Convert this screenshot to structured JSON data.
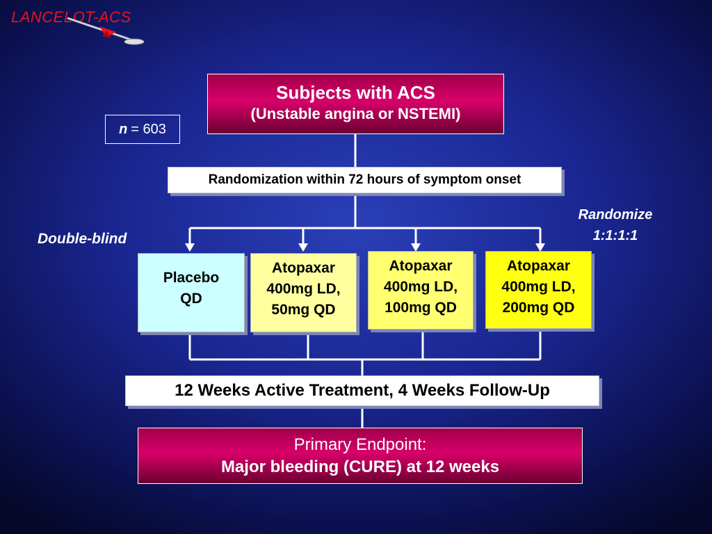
{
  "logo": {
    "text": "LANCELOT-ACS",
    "color": "#e8141c"
  },
  "enrollment": {
    "title_line1": "Subjects with ACS",
    "title_line2": "(Unstable angina or NSTEMI)",
    "n_symbol": "n",
    "n_value": "= 603"
  },
  "randomization": {
    "text": "Randomization within 72 hours of symptom onset"
  },
  "randomize_ratio": {
    "line1": "Randomize",
    "line2": "1:1:1:1"
  },
  "blinding": {
    "text": "Double-blind"
  },
  "arms": [
    {
      "line1": "Placebo",
      "line2": "QD",
      "line3": "",
      "color": "#ccffff"
    },
    {
      "line1": "Atopaxar",
      "line2": "400mg LD,",
      "line3": "50mg QD",
      "color": "#ffffa0"
    },
    {
      "line1": "Atopaxar",
      "line2": "400mg LD,",
      "line3": "100mg QD",
      "color": "#ffff70"
    },
    {
      "line1": "Atopaxar",
      "line2": "400mg LD,",
      "line3": "200mg QD",
      "color": "#ffff10"
    }
  ],
  "treatment": {
    "text": "12 Weeks Active Treatment, 4 Weeks Follow-Up"
  },
  "endpoint": {
    "line1": "Primary Endpoint:",
    "line2": "Major bleeding (CURE) at 12 weeks"
  },
  "colors": {
    "accent_magenta": "#d8006a",
    "connector": "#ffffff"
  }
}
